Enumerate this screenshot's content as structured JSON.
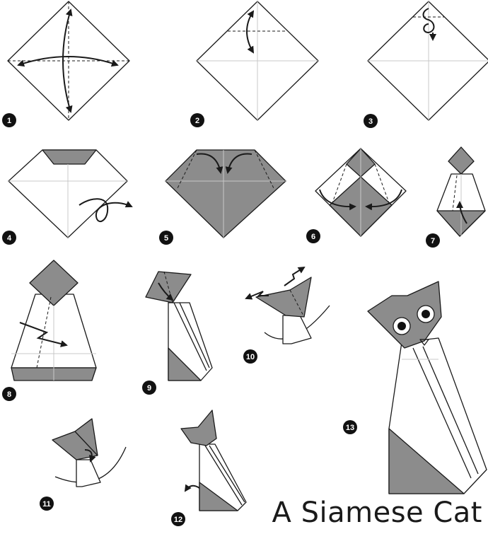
{
  "title": "A Siamese Cat",
  "steps": [
    {
      "number": "1"
    },
    {
      "number": "2"
    },
    {
      "number": "3"
    },
    {
      "number": "4"
    },
    {
      "number": "5"
    },
    {
      "number": "6"
    },
    {
      "number": "7"
    },
    {
      "number": "8"
    },
    {
      "number": "9"
    },
    {
      "number": "10"
    },
    {
      "number": "11"
    },
    {
      "number": "12"
    },
    {
      "number": "13"
    }
  ],
  "colors": {
    "paper": "#ffffff",
    "shade": "#8c8c8c",
    "line": "#1a1a1a",
    "crease": "#c8c8c8"
  }
}
